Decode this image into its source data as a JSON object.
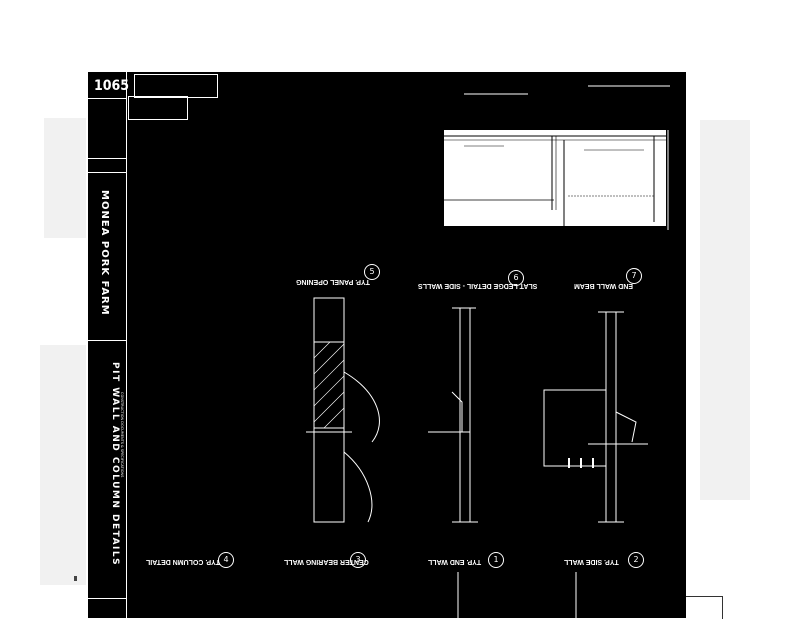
{
  "sheet": {
    "number": "1065",
    "project": "MONEA PORK FARM",
    "drawing_title": "PIT WALL AND COLUMN DETAILS",
    "subtitle": "CONSTRUCTION DOCUMENTS & SPECIFICATIONS"
  },
  "details": [
    {
      "num": "1",
      "label": "TYP. END WALL"
    },
    {
      "num": "2",
      "label": "TYP. SIDE WALL"
    },
    {
      "num": "3",
      "label": "CENTER BEARING WALL"
    },
    {
      "num": "4",
      "label": "TYP. COLUMN DETAIL"
    },
    {
      "num": "5",
      "label": "TYP. PANEL OPENING"
    },
    {
      "num": "6",
      "label": "SLAT LEDGE DETAIL - SIDE WALLS"
    },
    {
      "num": "7",
      "label": "END WALL BEAM"
    }
  ],
  "colors": {
    "sheet": "#000000",
    "linework": "#ffffff",
    "page": "#ffffff"
  },
  "icons": [
    "detail-callout-icon",
    "section-marker-icon"
  ]
}
